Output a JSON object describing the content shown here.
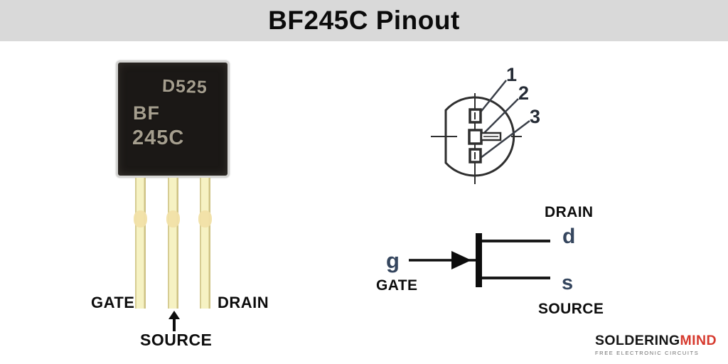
{
  "header": {
    "title": "BF245C Pinout"
  },
  "photo": {
    "markings": {
      "line1": "D525",
      "line2": "BF",
      "line3": "245C"
    },
    "gate_label": "GATE",
    "drain_label": "DRAIN",
    "source_label": "SOURCE"
  },
  "pin_diagram": {
    "pin1": "1",
    "pin2": "2",
    "pin3": "3"
  },
  "symbol": {
    "gate_letter": "g",
    "drain_letter": "d",
    "source_letter": "s",
    "gate_label": "GATE",
    "drain_label": "DRAIN",
    "source_label": "SOURCE"
  },
  "logo": {
    "brand_black": "SOLDERING",
    "brand_red": "MIND",
    "tagline": "FREE ELECTRONIC CIRCUITS"
  },
  "colors": {
    "header_bg": "#d9d9d9",
    "package_body": "#1b1816",
    "marking_text": "#a59e8e",
    "lead_fill": "#f6f2c3",
    "lead_edge": "#d6cc92",
    "label_text": "#0d0d0d",
    "diagram_stroke": "#2f2f2f",
    "symbol_letter": "#35465e",
    "logo_red": "#d63a2e",
    "tagline_gray": "#6b6b6b"
  }
}
